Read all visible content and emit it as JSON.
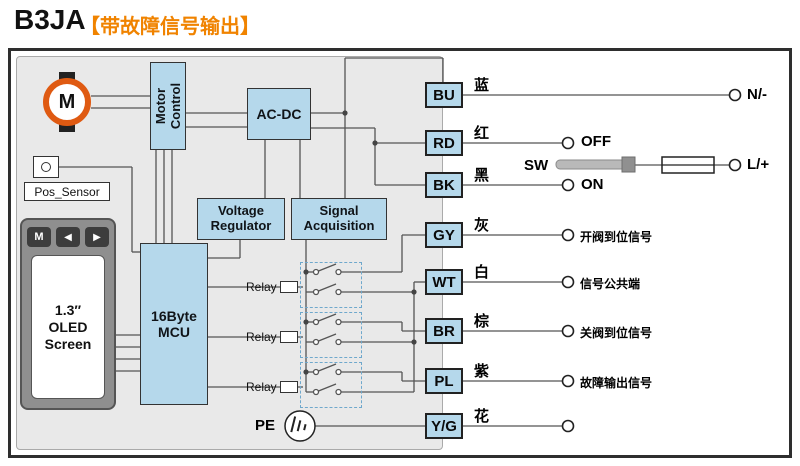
{
  "title": "B3JA",
  "subtitle": "【带故障信号输出】",
  "colors": {
    "accent": "#f08300",
    "box_fill": "#b5d8eb",
    "panel": "#e9e9e9",
    "wire": "#555555"
  },
  "components": {
    "motor": "M",
    "motor_control": "Motor\nControl",
    "acdc": "AC-DC",
    "pos_sensor": "Pos_Sensor",
    "voltage_regulator": "Voltage\nRegulator",
    "signal_acquisition": "Signal\nAcquisition",
    "mcu": "16Byte\nMCU",
    "oled_screen": "1.3″\nOLED\nScreen",
    "oled_buttons": [
      "M",
      "◀",
      "▶"
    ],
    "relay": "Relay",
    "pe": "PE"
  },
  "wires": [
    {
      "tag": "BU",
      "color": "蓝"
    },
    {
      "tag": "RD",
      "color": "红"
    },
    {
      "tag": "BK",
      "color": "黑"
    },
    {
      "tag": "GY",
      "color": "灰"
    },
    {
      "tag": "WT",
      "color": "白"
    },
    {
      "tag": "BR",
      "color": "棕"
    },
    {
      "tag": "PL",
      "color": "紫"
    },
    {
      "tag": "Y/G",
      "color": "花"
    }
  ],
  "terminals": {
    "n": "N/-",
    "l": "L/+",
    "off": "OFF",
    "on": "ON",
    "sw": "SW",
    "signals": [
      "开阀到位信号",
      "信号公共端",
      "关阀到位信号",
      "故障输出信号"
    ]
  }
}
